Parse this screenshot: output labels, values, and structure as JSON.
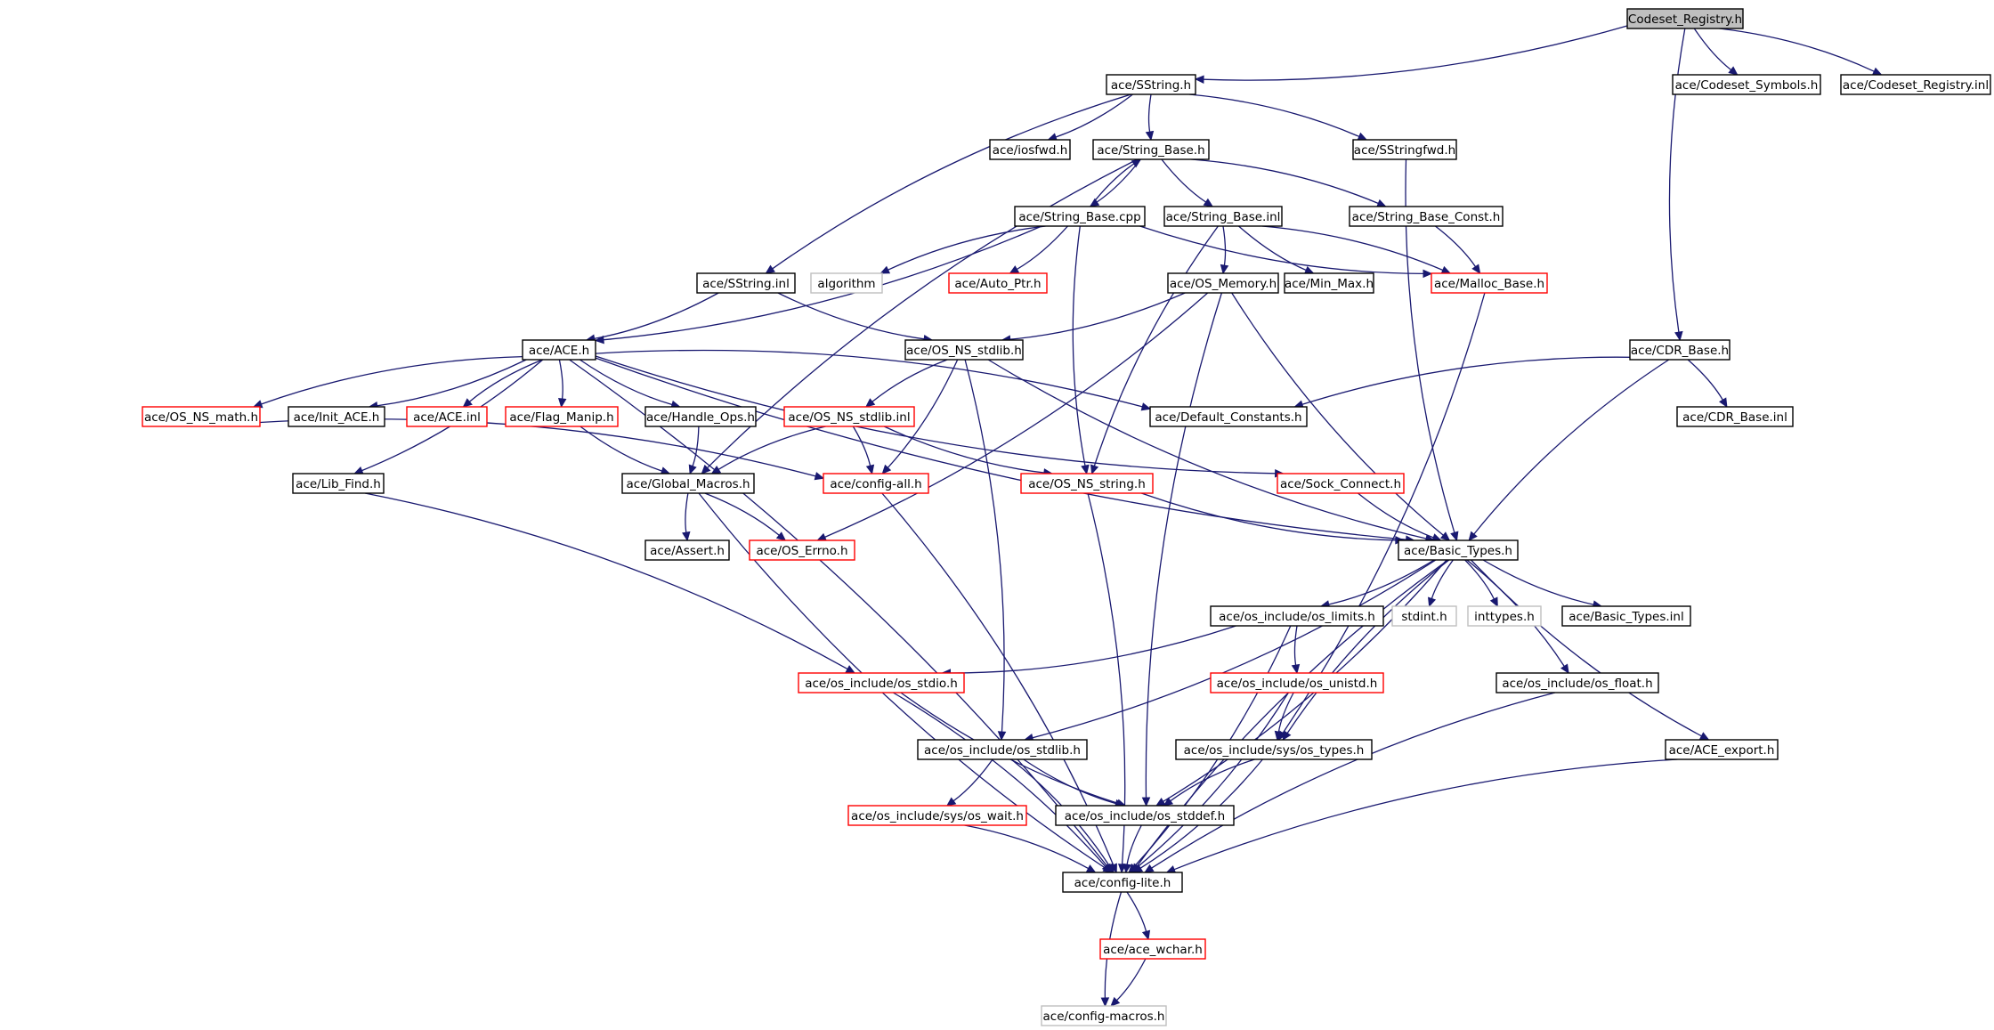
{
  "graph": {
    "nodes": [
      {
        "id": "codeset_registry_h",
        "label": "Codeset_Registry.h",
        "style": "root"
      },
      {
        "id": "sstring_h",
        "label": "ace/SString.h",
        "style": "normal"
      },
      {
        "id": "codeset_symbols_h",
        "label": "ace/Codeset_Symbols.h",
        "style": "normal"
      },
      {
        "id": "codeset_registry_inl",
        "label": "ace/Codeset_Registry.inl",
        "style": "normal"
      },
      {
        "id": "iosfwd_h",
        "label": "ace/iosfwd.h",
        "style": "normal"
      },
      {
        "id": "string_base_h",
        "label": "ace/String_Base.h",
        "style": "normal"
      },
      {
        "id": "sstringfwd_h",
        "label": "ace/SStringfwd.h",
        "style": "normal"
      },
      {
        "id": "string_base_cpp",
        "label": "ace/String_Base.cpp",
        "style": "normal"
      },
      {
        "id": "string_base_inl",
        "label": "ace/String_Base.inl",
        "style": "normal"
      },
      {
        "id": "string_base_const_h",
        "label": "ace/String_Base_Const.h",
        "style": "normal"
      },
      {
        "id": "sstring_inl",
        "label": "ace/SString.inl",
        "style": "normal"
      },
      {
        "id": "algorithm",
        "label": "algorithm",
        "style": "external"
      },
      {
        "id": "auto_ptr_h",
        "label": "ace/Auto_Ptr.h",
        "style": "red"
      },
      {
        "id": "os_memory_h",
        "label": "ace/OS_Memory.h",
        "style": "normal"
      },
      {
        "id": "min_max_h",
        "label": "ace/Min_Max.h",
        "style": "normal"
      },
      {
        "id": "malloc_base_h",
        "label": "ace/Malloc_Base.h",
        "style": "red"
      },
      {
        "id": "ace_h",
        "label": "ace/ACE.h",
        "style": "normal"
      },
      {
        "id": "os_ns_stdlib_h",
        "label": "ace/OS_NS_stdlib.h",
        "style": "normal"
      },
      {
        "id": "cdr_base_h",
        "label": "ace/CDR_Base.h",
        "style": "normal"
      },
      {
        "id": "os_ns_math_h",
        "label": "ace/OS_NS_math.h",
        "style": "red"
      },
      {
        "id": "init_ace_h",
        "label": "ace/Init_ACE.h",
        "style": "normal"
      },
      {
        "id": "ace_inl",
        "label": "ace/ACE.inl",
        "style": "red"
      },
      {
        "id": "flag_manip_h",
        "label": "ace/Flag_Manip.h",
        "style": "red"
      },
      {
        "id": "handle_ops_h",
        "label": "ace/Handle_Ops.h",
        "style": "normal"
      },
      {
        "id": "os_ns_stdlib_inl",
        "label": "ace/OS_NS_stdlib.inl",
        "style": "red"
      },
      {
        "id": "default_constants_h",
        "label": "ace/Default_Constants.h",
        "style": "normal"
      },
      {
        "id": "cdr_base_inl",
        "label": "ace/CDR_Base.inl",
        "style": "normal"
      },
      {
        "id": "lib_find_h",
        "label": "ace/Lib_Find.h",
        "style": "normal"
      },
      {
        "id": "global_macros_h",
        "label": "ace/Global_Macros.h",
        "style": "normal"
      },
      {
        "id": "config_all_h",
        "label": "ace/config-all.h",
        "style": "red"
      },
      {
        "id": "os_ns_string_h",
        "label": "ace/OS_NS_string.h",
        "style": "red"
      },
      {
        "id": "sock_connect_h",
        "label": "ace/Sock_Connect.h",
        "style": "red"
      },
      {
        "id": "assert_h",
        "label": "ace/Assert.h",
        "style": "normal"
      },
      {
        "id": "os_errno_h",
        "label": "ace/OS_Errno.h",
        "style": "red"
      },
      {
        "id": "basic_types_h",
        "label": "ace/Basic_Types.h",
        "style": "normal"
      },
      {
        "id": "os_limits_h",
        "label": "ace/os_include/os_limits.h",
        "style": "normal"
      },
      {
        "id": "stdint_h",
        "label": "stdint.h",
        "style": "external"
      },
      {
        "id": "inttypes_h",
        "label": "inttypes.h",
        "style": "external"
      },
      {
        "id": "basic_types_inl",
        "label": "ace/Basic_Types.inl",
        "style": "normal"
      },
      {
        "id": "os_stdio_h",
        "label": "ace/os_include/os_stdio.h",
        "style": "red"
      },
      {
        "id": "os_unistd_h",
        "label": "ace/os_include/os_unistd.h",
        "style": "red"
      },
      {
        "id": "os_float_h",
        "label": "ace/os_include/os_float.h",
        "style": "normal"
      },
      {
        "id": "os_stdlib_h",
        "label": "ace/os_include/os_stdlib.h",
        "style": "normal"
      },
      {
        "id": "os_types_h",
        "label": "ace/os_include/sys/os_types.h",
        "style": "normal"
      },
      {
        "id": "ace_export_h",
        "label": "ace/ACE_export.h",
        "style": "normal"
      },
      {
        "id": "os_wait_h",
        "label": "ace/os_include/sys/os_wait.h",
        "style": "red"
      },
      {
        "id": "os_stddef_h",
        "label": "ace/os_include/os_stddef.h",
        "style": "normal"
      },
      {
        "id": "config_lite_h",
        "label": "ace/config-lite.h",
        "style": "normal"
      },
      {
        "id": "ace_wchar_h",
        "label": "ace/ace_wchar.h",
        "style": "red"
      },
      {
        "id": "config_macros_h",
        "label": "ace/config-macros.h",
        "style": "external"
      }
    ],
    "edges": [
      [
        "codeset_registry_h",
        "sstring_h"
      ],
      [
        "codeset_registry_h",
        "codeset_symbols_h"
      ],
      [
        "codeset_registry_h",
        "codeset_registry_inl"
      ],
      [
        "codeset_registry_h",
        "cdr_base_h"
      ],
      [
        "sstring_h",
        "iosfwd_h"
      ],
      [
        "sstring_h",
        "string_base_h"
      ],
      [
        "sstring_h",
        "sstringfwd_h"
      ],
      [
        "sstring_h",
        "sstring_inl"
      ],
      [
        "string_base_h",
        "string_base_cpp"
      ],
      [
        "string_base_h",
        "string_base_inl"
      ],
      [
        "string_base_h",
        "string_base_const_h"
      ],
      [
        "string_base_h",
        "global_macros_h"
      ],
      [
        "string_base_cpp",
        "string_base_h"
      ],
      [
        "string_base_cpp",
        "algorithm"
      ],
      [
        "string_base_cpp",
        "auto_ptr_h"
      ],
      [
        "string_base_cpp",
        "malloc_base_h"
      ],
      [
        "string_base_cpp",
        "ace_h"
      ],
      [
        "string_base_cpp",
        "os_ns_string_h"
      ],
      [
        "string_base_inl",
        "os_memory_h"
      ],
      [
        "string_base_inl",
        "min_max_h"
      ],
      [
        "string_base_inl",
        "malloc_base_h"
      ],
      [
        "string_base_inl",
        "os_ns_string_h"
      ],
      [
        "string_base_const_h",
        "malloc_base_h"
      ],
      [
        "sstringfwd_h",
        "basic_types_h"
      ],
      [
        "sstring_inl",
        "ace_h"
      ],
      [
        "sstring_inl",
        "os_ns_stdlib_h"
      ],
      [
        "os_memory_h",
        "os_ns_stdlib_h"
      ],
      [
        "os_memory_h",
        "basic_types_h"
      ],
      [
        "os_memory_h",
        "os_errno_h"
      ],
      [
        "os_memory_h",
        "os_stddef_h"
      ],
      [
        "malloc_base_h",
        "os_types_h"
      ],
      [
        "ace_h",
        "os_ns_math_h"
      ],
      [
        "ace_h",
        "init_ace_h"
      ],
      [
        "ace_h",
        "ace_inl"
      ],
      [
        "ace_h",
        "flag_manip_h"
      ],
      [
        "ace_h",
        "handle_ops_h"
      ],
      [
        "ace_h",
        "default_constants_h"
      ],
      [
        "ace_h",
        "sock_connect_h"
      ],
      [
        "ace_h",
        "lib_find_h"
      ],
      [
        "ace_h",
        "basic_types_h"
      ],
      [
        "ace_h",
        "config_lite_h"
      ],
      [
        "os_ns_stdlib_h",
        "os_ns_stdlib_inl"
      ],
      [
        "os_ns_stdlib_h",
        "config_all_h"
      ],
      [
        "os_ns_stdlib_h",
        "basic_types_h"
      ],
      [
        "os_ns_stdlib_h",
        "os_stdlib_h"
      ],
      [
        "cdr_base_h",
        "default_constants_h"
      ],
      [
        "cdr_base_h",
        "cdr_base_inl"
      ],
      [
        "cdr_base_h",
        "basic_types_h"
      ],
      [
        "os_ns_math_h",
        "config_all_h"
      ],
      [
        "flag_manip_h",
        "global_macros_h"
      ],
      [
        "handle_ops_h",
        "global_macros_h"
      ],
      [
        "os_ns_stdlib_inl",
        "global_macros_h"
      ],
      [
        "os_ns_stdlib_inl",
        "config_all_h"
      ],
      [
        "os_ns_stdlib_inl",
        "os_ns_string_h"
      ],
      [
        "lib_find_h",
        "os_stdio_h"
      ],
      [
        "global_macros_h",
        "assert_h"
      ],
      [
        "global_macros_h",
        "os_errno_h"
      ],
      [
        "global_macros_h",
        "config_lite_h"
      ],
      [
        "config_all_h",
        "config_lite_h"
      ],
      [
        "os_ns_string_h",
        "basic_types_h"
      ],
      [
        "os_ns_string_h",
        "config_lite_h"
      ],
      [
        "sock_connect_h",
        "basic_types_h"
      ],
      [
        "basic_types_h",
        "os_limits_h"
      ],
      [
        "basic_types_h",
        "stdint_h"
      ],
      [
        "basic_types_h",
        "inttypes_h"
      ],
      [
        "basic_types_h",
        "basic_types_inl"
      ],
      [
        "basic_types_h",
        "os_float_h"
      ],
      [
        "basic_types_h",
        "ace_export_h"
      ],
      [
        "basic_types_h",
        "os_stdlib_h"
      ],
      [
        "basic_types_h",
        "os_types_h"
      ],
      [
        "basic_types_h",
        "os_stddef_h"
      ],
      [
        "basic_types_h",
        "config_lite_h"
      ],
      [
        "os_limits_h",
        "os_stdio_h"
      ],
      [
        "os_limits_h",
        "os_unistd_h"
      ],
      [
        "os_limits_h",
        "config_lite_h"
      ],
      [
        "os_stdio_h",
        "os_stddef_h"
      ],
      [
        "os_stdio_h",
        "config_lite_h"
      ],
      [
        "os_unistd_h",
        "os_types_h"
      ],
      [
        "os_unistd_h",
        "config_lite_h"
      ],
      [
        "os_float_h",
        "config_lite_h"
      ],
      [
        "os_stdlib_h",
        "os_wait_h"
      ],
      [
        "os_stdlib_h",
        "os_stddef_h"
      ],
      [
        "os_stdlib_h",
        "config_lite_h"
      ],
      [
        "os_types_h",
        "os_stddef_h"
      ],
      [
        "os_types_h",
        "config_lite_h"
      ],
      [
        "ace_export_h",
        "config_lite_h"
      ],
      [
        "os_wait_h",
        "config_lite_h"
      ],
      [
        "os_stddef_h",
        "config_lite_h"
      ],
      [
        "config_lite_h",
        "ace_wchar_h"
      ],
      [
        "config_lite_h",
        "config_macros_h"
      ],
      [
        "ace_wchar_h",
        "config_macros_h"
      ]
    ],
    "colors": {
      "edge": "#191970",
      "root_fill": "#bfbfbf",
      "normal_border": "#000000",
      "red_border": "#ff0000",
      "external_border": "#bfbfbf"
    }
  }
}
